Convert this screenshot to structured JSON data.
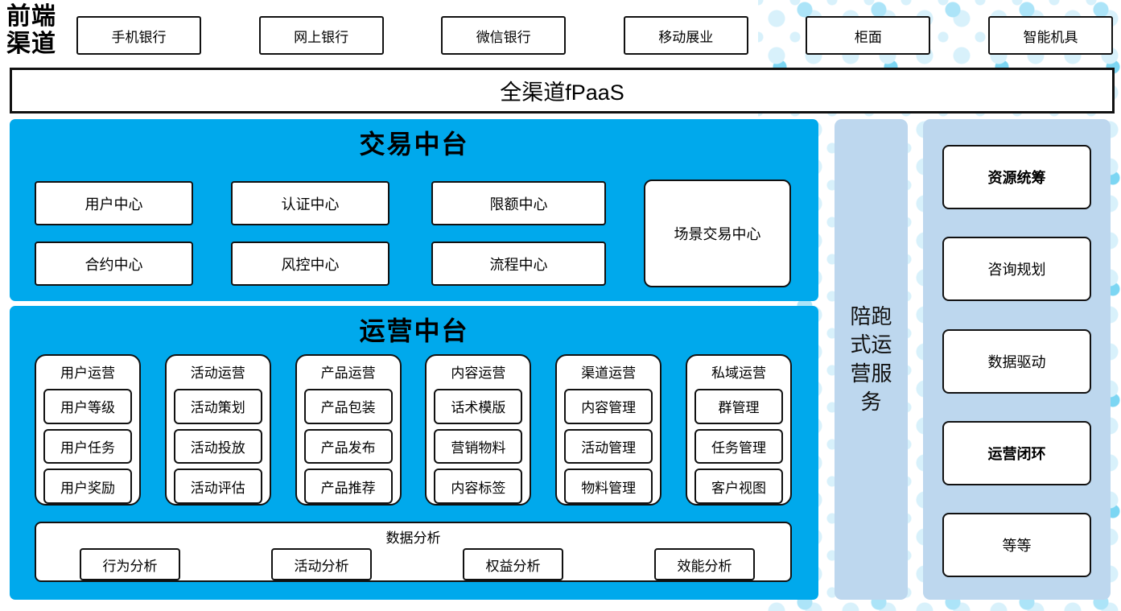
{
  "frontend": {
    "label": "前端渠道",
    "channels": [
      "手机银行",
      "网上银行",
      "微信银行",
      "移动展业",
      "柜面",
      "智能机具"
    ]
  },
  "fpaas": {
    "label": "全渠道fPaaS"
  },
  "trade_platform": {
    "title": "交易中台",
    "centers": [
      "用户中心",
      "认证中心",
      "限额中心",
      "合约中心",
      "风控中心",
      "流程中心"
    ],
    "scene_center": "场景交易中心"
  },
  "ops_platform": {
    "title": "运营中台",
    "columns": [
      {
        "title": "用户运营",
        "items": [
          "用户等级",
          "用户任务",
          "用户奖励"
        ]
      },
      {
        "title": "活动运营",
        "items": [
          "活动策划",
          "活动投放",
          "活动评估"
        ]
      },
      {
        "title": "产品运营",
        "items": [
          "产品包装",
          "产品发布",
          "产品推荐"
        ]
      },
      {
        "title": "内容运营",
        "items": [
          "话术模版",
          "营销物料",
          "内容标签"
        ]
      },
      {
        "title": "渠道运营",
        "items": [
          "内容管理",
          "活动管理",
          "物料管理"
        ]
      },
      {
        "title": "私域运营",
        "items": [
          "群管理",
          "任务管理",
          "客户视图"
        ]
      }
    ],
    "data_analysis": {
      "title": "数据分析",
      "items": [
        "行为分析",
        "活动分析",
        "权益分析",
        "效能分析"
      ]
    }
  },
  "side_service": {
    "label": "陪跑式运营服务"
  },
  "right_panel": {
    "items": [
      {
        "label": "资源统筹",
        "bold": true
      },
      {
        "label": "咨询规划",
        "bold": false
      },
      {
        "label": "数据驱动",
        "bold": false
      },
      {
        "label": "运营闭环",
        "bold": true
      },
      {
        "label": "等等",
        "bold": false
      }
    ]
  },
  "colors": {
    "primary_blue": "#00a9ec",
    "light_blue": "#bdd7ee",
    "dot_light": "#d8f1fb",
    "dot_medium": "#ace4f8",
    "dot_strong": "#7cd6f3"
  }
}
